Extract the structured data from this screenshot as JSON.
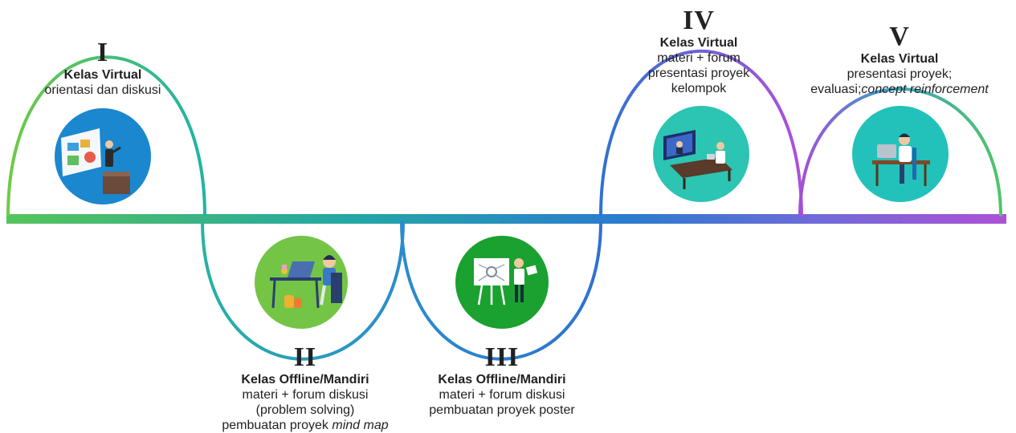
{
  "title": "",
  "stages": [
    {
      "numeral": "I",
      "title": "Kelas Virtual",
      "lines": [
        {
          "text": "orientasi dan diskusi"
        }
      ],
      "icon": "teacher-presenting-board-icon",
      "circle_color": "#1f8fd6"
    },
    {
      "numeral": "II",
      "title": "Kelas Offline/Mandiri",
      "lines": [
        {
          "text": "materi + forum diskusi"
        },
        {
          "text": "(problem solving)"
        },
        {
          "text": "pembuatan proyek ",
          "italic": "mind map"
        }
      ],
      "icon": "student-laptop-desk-icon",
      "circle_color": "#74c545"
    },
    {
      "numeral": "III",
      "title": "Kelas Offline/Mandiri",
      "lines": [
        {
          "text": "materi + forum diskusi"
        },
        {
          "text": "pembuatan proyek poster"
        }
      ],
      "icon": "student-poster-board-icon",
      "circle_color": "#1aa130"
    },
    {
      "numeral": "IV",
      "title": "Kelas Virtual",
      "lines": [
        {
          "text": "materi + forum"
        },
        {
          "text": "presentasi proyek"
        },
        {
          "text": "kelompok"
        }
      ],
      "icon": "video-conference-desk-icon",
      "circle_color": "#2cc4b2"
    },
    {
      "numeral": "V",
      "title": "Kelas Virtual",
      "lines": [
        {
          "text": "presentasi proyek;"
        },
        {
          "text": "evaluasi;",
          "italic": "concept reinforcement"
        }
      ],
      "icon": "person-computer-desk-icon",
      "circle_color": "#22c2ba"
    }
  ],
  "colors": {
    "green": "#56c45a",
    "teal": "#23a6a6",
    "blue": "#2b7bd0",
    "purple": "#b04fd6"
  }
}
